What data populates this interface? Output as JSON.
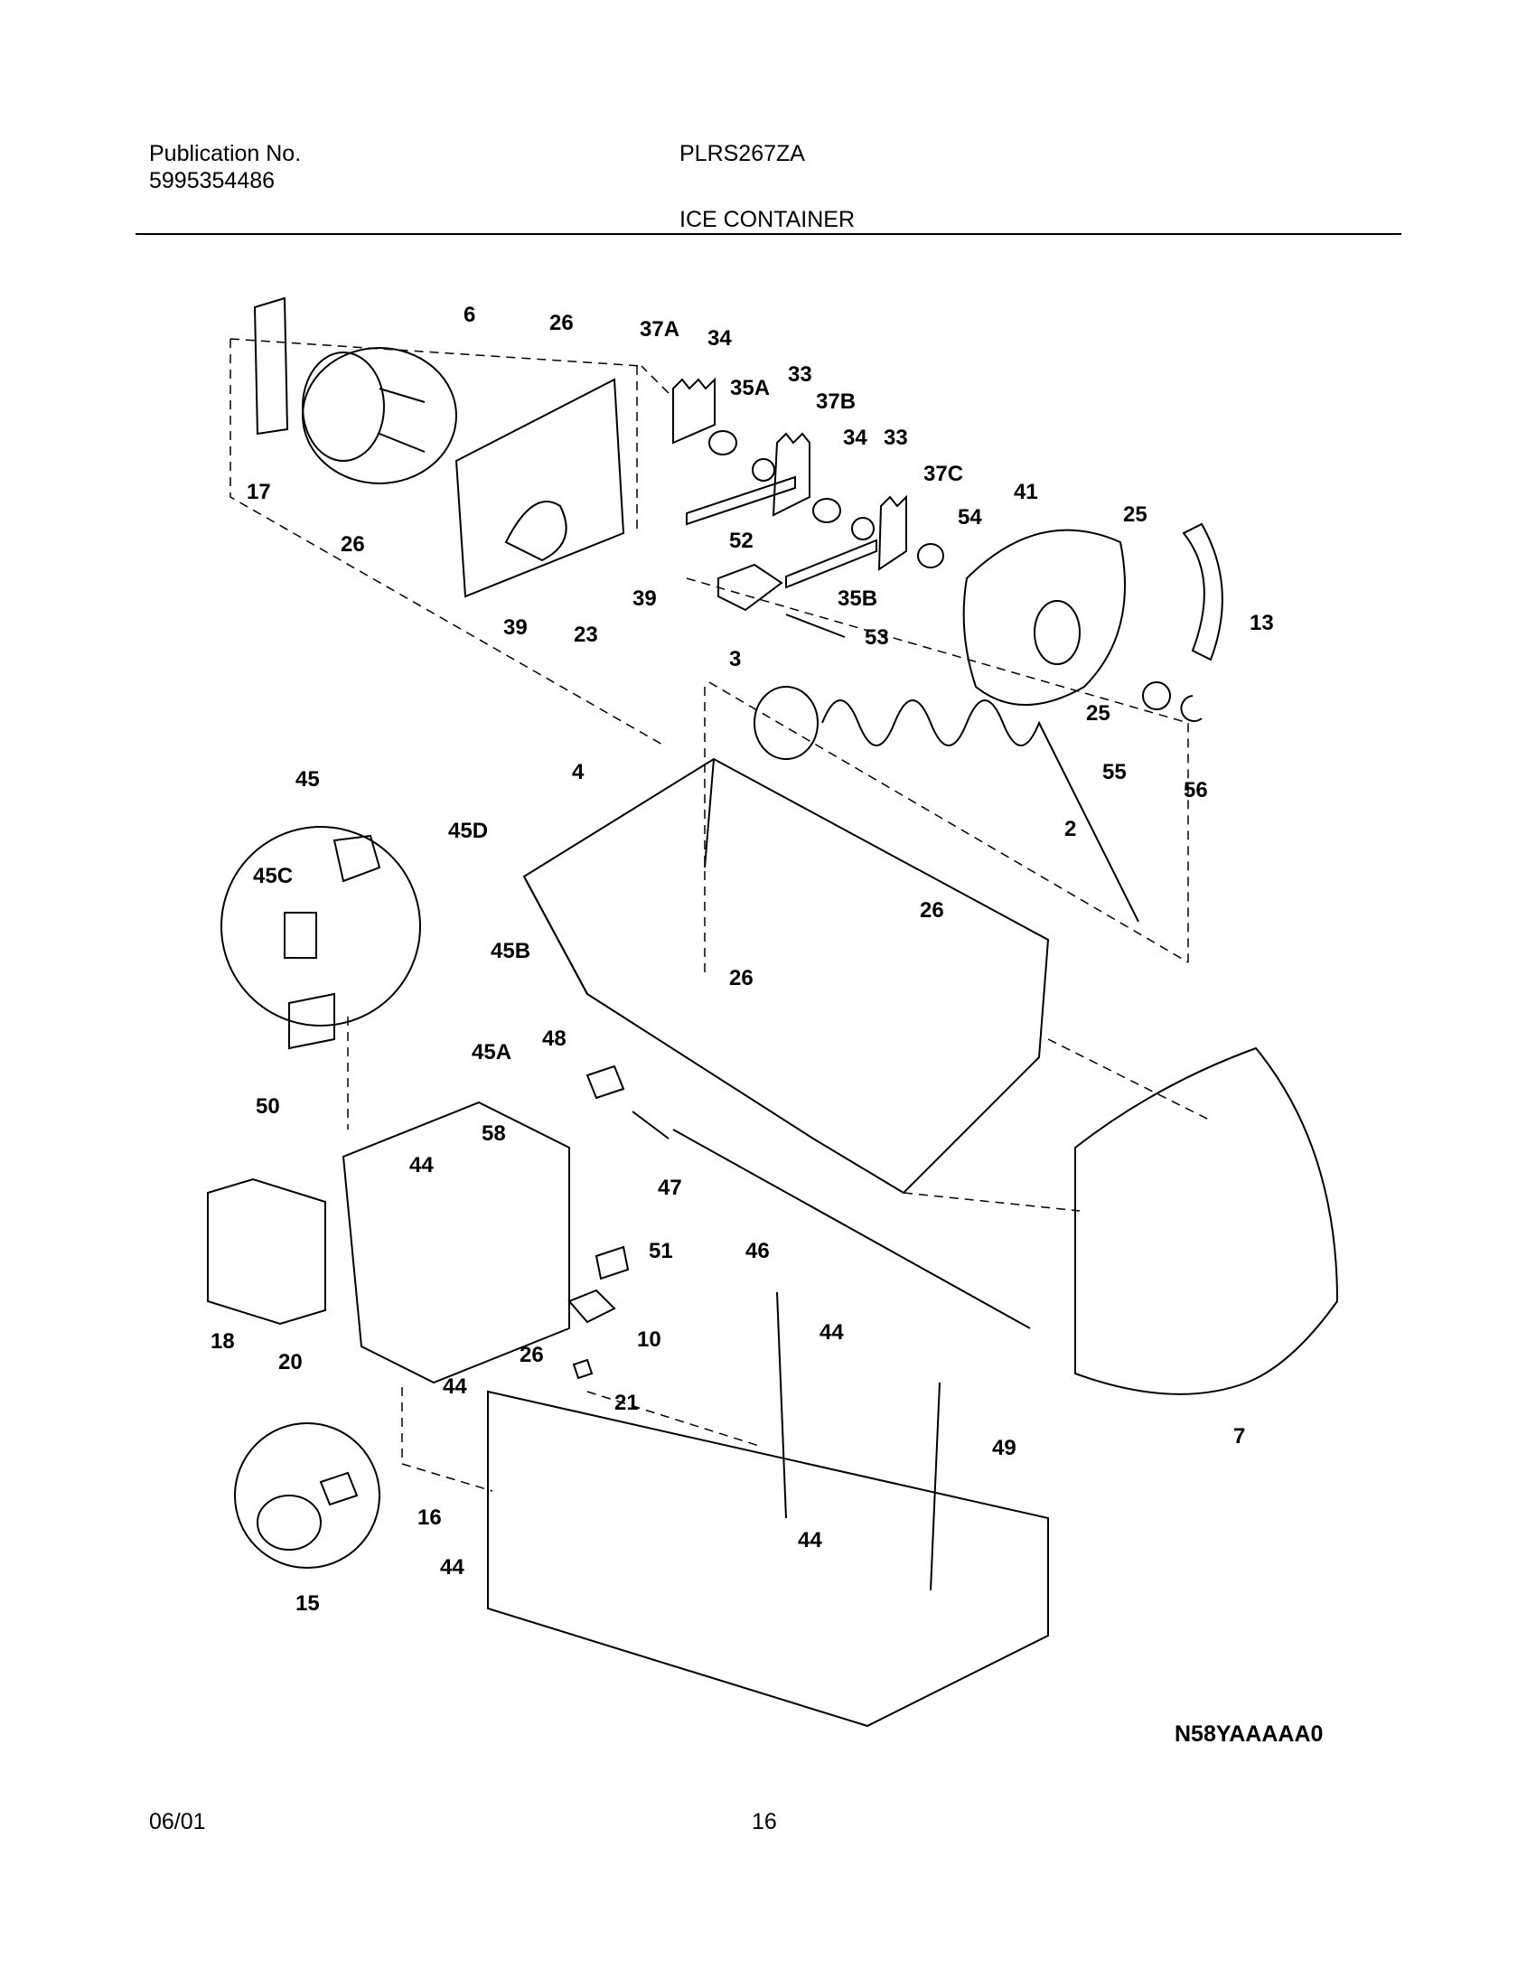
{
  "header": {
    "publication_label": "Publication No.",
    "publication_number": "5995354486",
    "model": "PLRS267ZA",
    "section_title": "ICE CONTAINER"
  },
  "footer": {
    "date": "06/01",
    "page_number": "16",
    "diagram_code": "N58YAAAAA0"
  },
  "labels": {
    "p6": "6",
    "p26a": "26",
    "p37A": "37A",
    "p34a": "34",
    "p35A": "35A",
    "p33a": "33",
    "p37B": "37B",
    "p34b": "34",
    "p33b": "33",
    "p37C": "37C",
    "p41": "41",
    "p25a": "25",
    "p17": "17",
    "p26b": "26",
    "p23": "23",
    "p39a": "39",
    "p39b": "39",
    "p52": "52",
    "p35B": "35B",
    "p53": "53",
    "p54": "54",
    "p13": "13",
    "p25b": "25",
    "p55": "55",
    "p56": "56",
    "p3": "3",
    "p4": "4",
    "p2": "2",
    "p45": "45",
    "p45D": "45D",
    "p45C": "45C",
    "p45B": "45B",
    "p45A": "45A",
    "p50": "50",
    "p26c": "26",
    "p26d": "26",
    "p48": "48",
    "p47": "47",
    "p58": "58",
    "p44a": "44",
    "p51": "51",
    "p46": "46",
    "p18": "18",
    "p20": "20",
    "p26e": "26",
    "p10": "10",
    "p44b": "44",
    "p44c": "44",
    "p21": "21",
    "p49": "49",
    "p7": "7",
    "p16": "16",
    "p15": "15",
    "p44d": "44",
    "p44e": "44"
  }
}
